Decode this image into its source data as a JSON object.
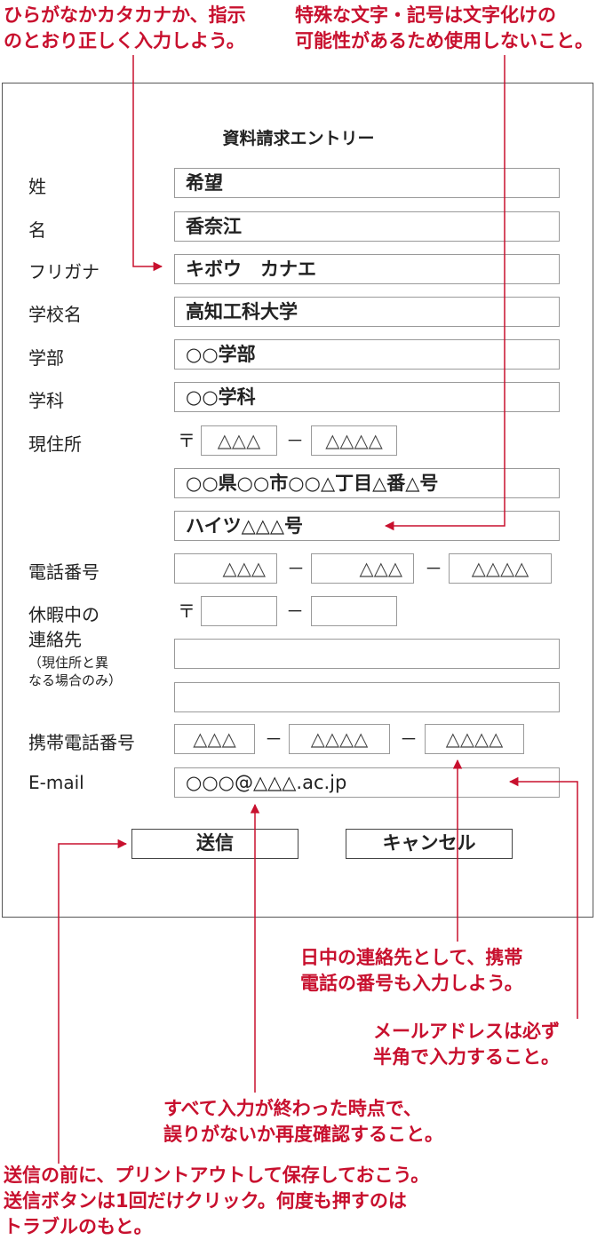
{
  "annotations": {
    "hiragana_katakana": {
      "line1": "ひらがなかカタカナか、指示",
      "line2": "のとおり正しく入力しよう。"
    },
    "special_chars": {
      "line1": "特殊な文字・記号は文字化けの",
      "line2": "可能性があるため使用しないこと。"
    },
    "mobile_phone": {
      "line1": "日中の連絡先として、携帯",
      "line2": "電話の番号も入力しよう。"
    },
    "email_halfwidth": {
      "line1": "メールアドレスは必ず",
      "line2": "半角で入力すること。"
    },
    "review": {
      "line1": "すべて入力が終わった時点で、",
      "line2": "誤りがないか再度確認すること。"
    },
    "submit_once": {
      "line1": "送信の前に、プリントアウトして保存しておこう。",
      "line2": "送信ボタンは1回だけクリック。何度も押すのは",
      "line3": "トラブルのもと。"
    }
  },
  "form": {
    "title": "資料請求エントリー",
    "labels": {
      "last_name": "姓",
      "first_name": "名",
      "furigana": "フリガナ",
      "school": "学校名",
      "faculty": "学部",
      "department": "学科",
      "address": "現住所",
      "phone": "電話番号",
      "vacation_line1": "休暇中の",
      "vacation_line2": "連絡先",
      "vacation_note1": "（現住所と異",
      "vacation_note2": "なる場合のみ）",
      "mobile": "携帯電話番号",
      "email": "E-mail"
    },
    "values": {
      "last_name": "希望",
      "first_name": "香奈江",
      "furigana": "キボウ　カナエ",
      "school": "高知工科大学",
      "faculty": "○○学部",
      "department": "○○学科",
      "postal1": "△△△",
      "postal2": "△△△△",
      "address1": "○○県○○市○○△丁目△番△号",
      "address2": "ハイツ△△△号",
      "phone1": "△△△",
      "phone2": "△△△",
      "phone3": "△△△△",
      "vac_postal1": "",
      "vac_postal2": "",
      "vac_address1": "",
      "vac_address2": "",
      "mobile1": "△△△",
      "mobile2": "△△△△",
      "mobile3": "△△△△",
      "email": "○○○@△△△.ac.jp"
    },
    "symbols": {
      "postal_mark": "〒",
      "dash": "－"
    },
    "buttons": {
      "submit": "送信",
      "cancel": "キャンセル"
    }
  },
  "colors": {
    "annotation": "#c8102e",
    "border": "#9a9a9a",
    "frame": "#555555"
  }
}
